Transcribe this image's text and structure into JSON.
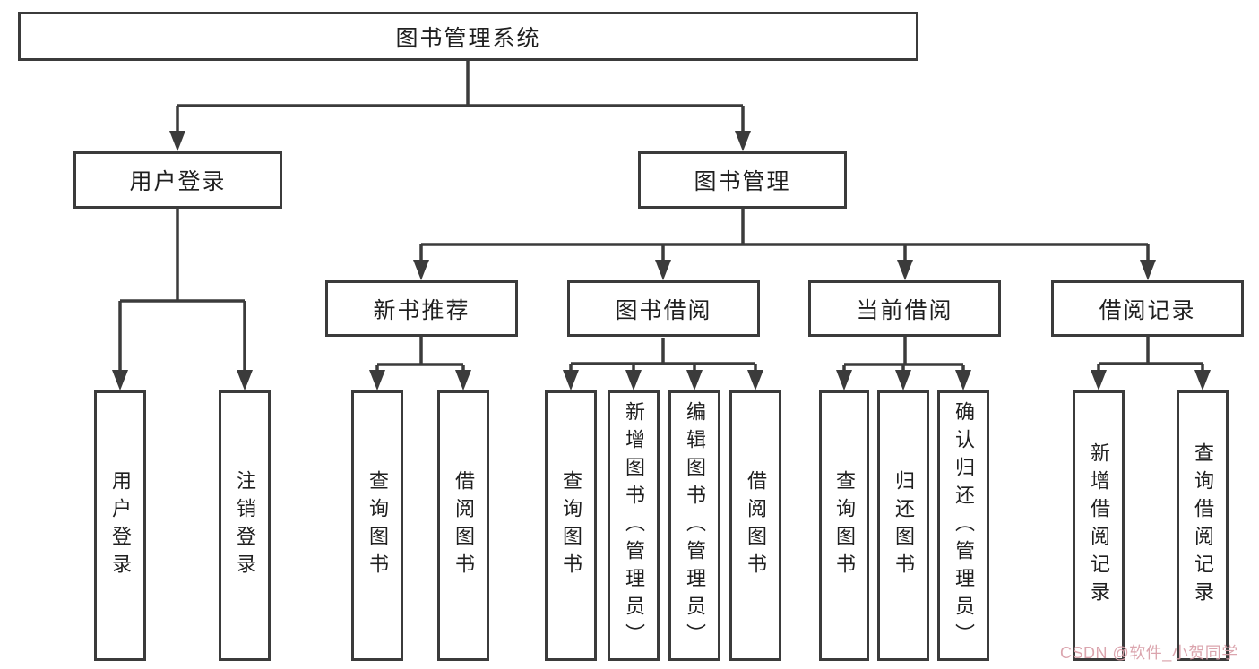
{
  "tree": {
    "label": "图书管理系统",
    "children": [
      {
        "label": "用户登录",
        "children": [
          {
            "label": "用户登录"
          },
          {
            "label": "注销登录"
          }
        ]
      },
      {
        "label": "图书管理",
        "children": [
          {
            "label": "新书推荐",
            "children": [
              {
                "label": "查询图书"
              },
              {
                "label": "借阅图书"
              }
            ]
          },
          {
            "label": "图书借阅",
            "children": [
              {
                "label": "查询图书"
              },
              {
                "label": "新增图书（管理员）"
              },
              {
                "label": "编辑图书（管理员）"
              },
              {
                "label": "借阅图书"
              }
            ]
          },
          {
            "label": "当前借阅",
            "children": [
              {
                "label": "查询图书"
              },
              {
                "label": "归还图书"
              },
              {
                "label": "确认归还（管理员）"
              }
            ]
          },
          {
            "label": "借阅记录",
            "children": [
              {
                "label": "新增借阅记录"
              },
              {
                "label": "查询借阅记录"
              }
            ]
          }
        ]
      }
    ]
  },
  "watermark": {
    "text": "CSDN @软件_小贺同学"
  },
  "colors": {
    "line": "#3b3b3b",
    "text": "#1f1f1f",
    "background": "#ffffff",
    "watermark": "#d9a0aa"
  }
}
